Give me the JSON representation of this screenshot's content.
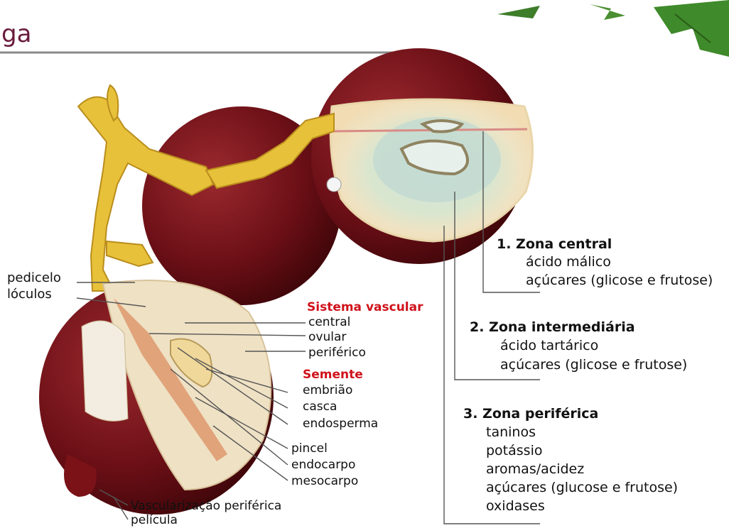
{
  "slide_title": "ga",
  "left_labels": {
    "pedicelo": "pedicelo",
    "loculos": "lóculos"
  },
  "vascular": {
    "heading": "Sistema vascular",
    "items": [
      "central",
      "ovular",
      "periférico"
    ]
  },
  "semente": {
    "heading": "Semente",
    "items": [
      "embrião",
      "casca",
      "endosperma"
    ]
  },
  "lower_labels": [
    "pincel",
    "endocarpo",
    "mesocarpo"
  ],
  "bottom_labels": [
    "Vascularização periférica",
    "película"
  ],
  "zones": [
    {
      "title": "1. Zona central",
      "items": [
        "ácido málico",
        "açúcares (glicose e frutose)"
      ]
    },
    {
      "title": "2. Zona intermediária",
      "items": [
        "ácido tartárico",
        "açúcares (glicose e frutose)"
      ]
    },
    {
      "title": "3. Zona periférica",
      "items": [
        "taninos",
        "potássio",
        "aromas/acidez",
        "açúcares (glucose e frutose)",
        "oxidases"
      ]
    }
  ],
  "colors": {
    "grape_skin": "#6b0f16",
    "stem": "#e8c13a",
    "title": "#6a1b3c",
    "accent_red": "#d0121b"
  }
}
